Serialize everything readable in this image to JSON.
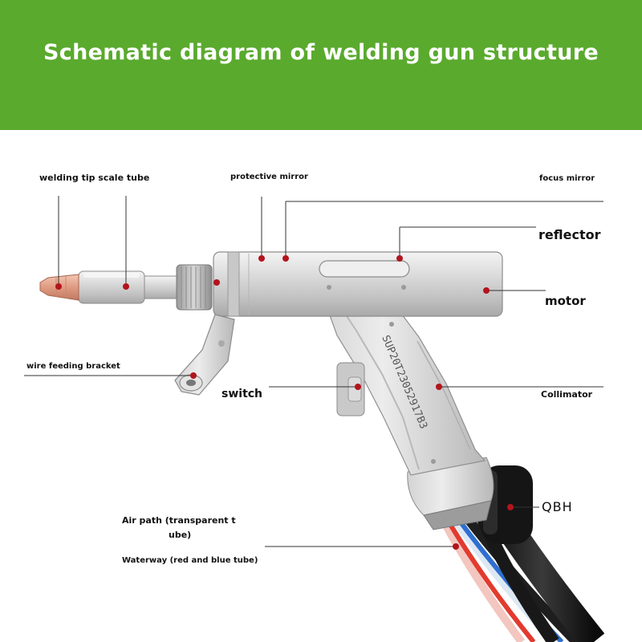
{
  "header": {
    "title": "Schematic diagram of welding gun structure",
    "background_color": "#5aaa2e"
  },
  "gun": {
    "serial_number": "SUP20T23052917B3"
  },
  "marker_color": "#b3141c",
  "labels": {
    "welding_tip_scale_tube": "welding tip scale tube",
    "protective_mirror": "protective mirror",
    "focus_mirror": "focus mirror",
    "reflector": "reflector",
    "motor": "motor",
    "wire_feeding_bracket": "wire feeding bracket",
    "switch": "switch",
    "collimator": "Collimator",
    "qbh": "QBH",
    "air_path_line1": "Air path (transparent t",
    "air_path_line2": "ube)",
    "waterway": "Waterway (red and blue tube)"
  }
}
